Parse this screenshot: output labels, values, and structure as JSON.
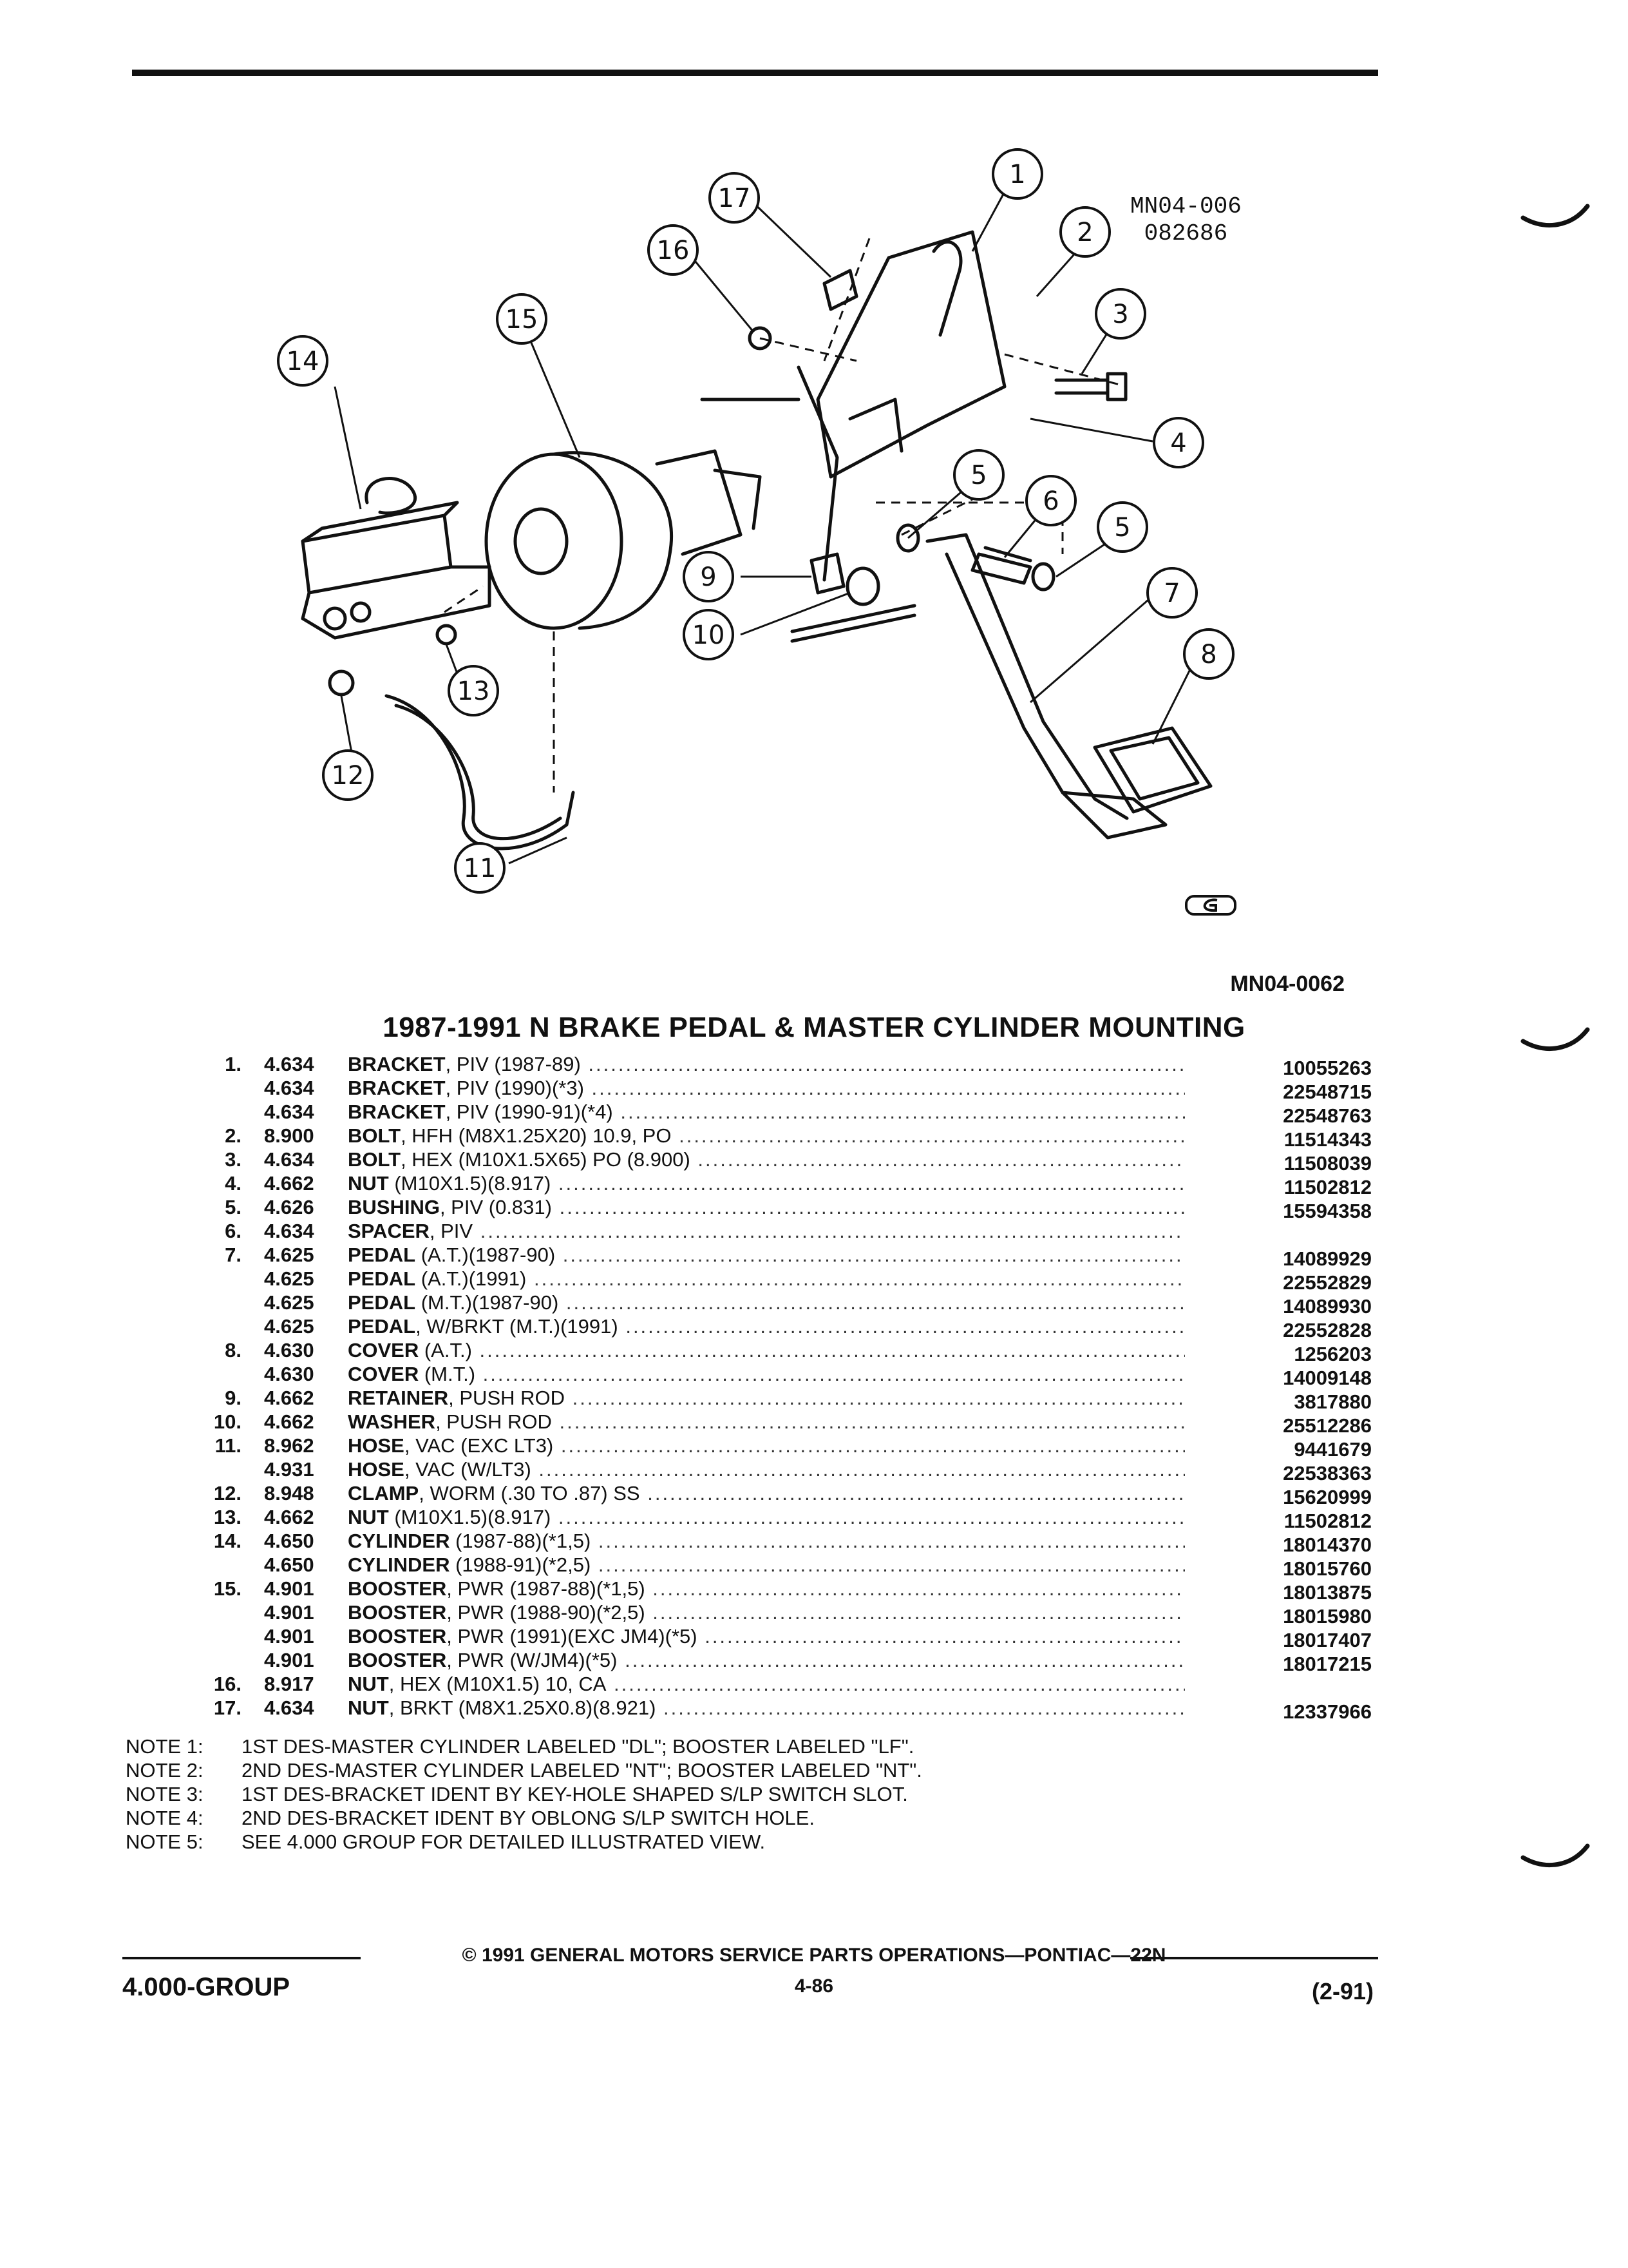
{
  "diagram_code": [
    "MN04-006",
    "082686"
  ],
  "illustration_code": "MN04-0062",
  "callouts": [
    "1",
    "2",
    "3",
    "4",
    "5",
    "6",
    "5",
    "7",
    "8",
    "9",
    "10",
    "11",
    "12",
    "13",
    "14",
    "15",
    "16",
    "17"
  ],
  "title": "1987-1991 N BRAKE PEDAL & MASTER CYLINDER MOUNTING",
  "parts": [
    {
      "num": "1.",
      "grp": "4.634",
      "name": "BRACKET",
      "detail": ", PIV (1987-89)",
      "pn": "10055263"
    },
    {
      "num": "",
      "grp": "4.634",
      "name": "BRACKET",
      "detail": ", PIV (1990)(*3)",
      "pn": "22548715"
    },
    {
      "num": "",
      "grp": "4.634",
      "name": "BRACKET",
      "detail": ", PIV (1990-91)(*4)",
      "pn": "22548763"
    },
    {
      "num": "2.",
      "grp": "8.900",
      "name": "BOLT",
      "detail": ", HFH (M8X1.25X20) 10.9, PO",
      "pn": "11514343"
    },
    {
      "num": "3.",
      "grp": "4.634",
      "name": "BOLT",
      "detail": ", HEX (M10X1.5X65) PO (8.900)",
      "pn": "11508039"
    },
    {
      "num": "4.",
      "grp": "4.662",
      "name": "NUT",
      "detail": " (M10X1.5)(8.917)",
      "pn": "11502812"
    },
    {
      "num": "5.",
      "grp": "4.626",
      "name": "BUSHING",
      "detail": ", PIV (0.831)",
      "pn": "15594358"
    },
    {
      "num": "6.",
      "grp": "4.634",
      "name": "SPACER",
      "detail": ", PIV",
      "pn": ""
    },
    {
      "num": "7.",
      "grp": "4.625",
      "name": "PEDAL",
      "detail": " (A.T.)(1987-90)",
      "pn": "14089929"
    },
    {
      "num": "",
      "grp": "4.625",
      "name": "PEDAL",
      "detail": " (A.T.)(1991)",
      "pn": "22552829"
    },
    {
      "num": "",
      "grp": "4.625",
      "name": "PEDAL",
      "detail": " (M.T.)(1987-90)",
      "pn": "14089930"
    },
    {
      "num": "",
      "grp": "4.625",
      "name": "PEDAL",
      "detail": ", W/BRKT (M.T.)(1991)",
      "pn": "22552828"
    },
    {
      "num": "8.",
      "grp": "4.630",
      "name": "COVER",
      "detail": " (A.T.)",
      "pn": "1256203"
    },
    {
      "num": "",
      "grp": "4.630",
      "name": "COVER",
      "detail": " (M.T.)",
      "pn": "14009148"
    },
    {
      "num": "9.",
      "grp": "4.662",
      "name": "RETAINER",
      "detail": ", PUSH ROD",
      "pn": "3817880"
    },
    {
      "num": "10.",
      "grp": "4.662",
      "name": "WASHER",
      "detail": ", PUSH ROD",
      "pn": "25512286"
    },
    {
      "num": "11.",
      "grp": "8.962",
      "name": "HOSE",
      "detail": ", VAC (EXC LT3)",
      "pn": "9441679"
    },
    {
      "num": "",
      "grp": "4.931",
      "name": "HOSE",
      "detail": ", VAC (W/LT3)",
      "pn": "22538363"
    },
    {
      "num": "12.",
      "grp": "8.948",
      "name": "CLAMP",
      "detail": ", WORM (.30 TO .87) SS",
      "pn": "15620999"
    },
    {
      "num": "13.",
      "grp": "4.662",
      "name": "NUT",
      "detail": " (M10X1.5)(8.917)",
      "pn": "11502812"
    },
    {
      "num": "14.",
      "grp": "4.650",
      "name": "CYLINDER",
      "detail": " (1987-88)(*1,5)",
      "pn": "18014370"
    },
    {
      "num": "",
      "grp": "4.650",
      "name": "CYLINDER",
      "detail": " (1988-91)(*2,5)",
      "pn": "18015760"
    },
    {
      "num": "15.",
      "grp": "4.901",
      "name": "BOOSTER",
      "detail": ", PWR (1987-88)(*1,5)",
      "pn": "18013875"
    },
    {
      "num": "",
      "grp": "4.901",
      "name": "BOOSTER",
      "detail": ", PWR (1988-90)(*2,5)",
      "pn": "18015980"
    },
    {
      "num": "",
      "grp": "4.901",
      "name": "BOOSTER",
      "detail": ", PWR (1991)(EXC JM4)(*5)",
      "pn": "18017407"
    },
    {
      "num": "",
      "grp": "4.901",
      "name": "BOOSTER",
      "detail": ", PWR (W/JM4)(*5)",
      "pn": "18017215"
    },
    {
      "num": "16.",
      "grp": "8.917",
      "name": "NUT",
      "detail": ", HEX (M10X1.5) 10, CA",
      "pn": ""
    },
    {
      "num": "17.",
      "grp": "4.634",
      "name": "NUT",
      "detail": ", BRKT (M8X1.25X0.8)(8.921)",
      "pn": "12337966"
    }
  ],
  "notes": [
    {
      "label": "NOTE 1:",
      "text": "1ST DES-MASTER CYLINDER LABELED \"DL\"; BOOSTER LABELED \"LF\"."
    },
    {
      "label": "NOTE 2:",
      "text": "2ND DES-MASTER CYLINDER LABELED \"NT\"; BOOSTER LABELED \"NT\"."
    },
    {
      "label": "NOTE 3:",
      "text": "1ST DES-BRACKET IDENT BY KEY-HOLE SHAPED S/LP SWITCH SLOT."
    },
    {
      "label": "NOTE 4:",
      "text": "2ND DES-BRACKET IDENT BY OBLONG S/LP SWITCH HOLE."
    },
    {
      "label": "NOTE 5:",
      "text": "SEE 4.000 GROUP FOR DETAILED ILLUSTRATED VIEW."
    }
  ],
  "footer": {
    "copyright": "© 1991 GENERAL MOTORS SERVICE PARTS OPERATIONS—PONTIAC—22N",
    "group": "4.000-GROUP",
    "page": "4-86",
    "date": "(2-91)"
  }
}
